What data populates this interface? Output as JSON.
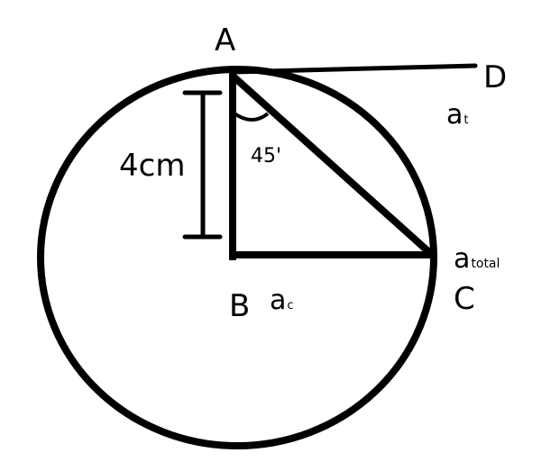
{
  "points": {
    "a": "A",
    "b": "B",
    "c": "C",
    "d": "D"
  },
  "measure": {
    "length": "4cm",
    "angle": "45'"
  },
  "accel": {
    "tangential_main": "a",
    "tangential_sub": "t",
    "centripetal_main": "a",
    "centripetal_sub": "c",
    "total_main": "a",
    "total_sub": "total"
  },
  "colors": {
    "ink": "#000000",
    "background": "#ffffff"
  }
}
